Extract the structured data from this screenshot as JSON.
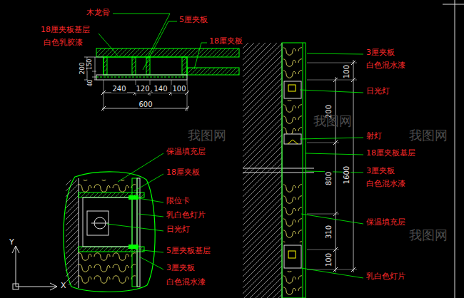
{
  "diagram": {
    "labels": [
      "木龙骨",
      "18厘夹板基层",
      "白色乳胶漆",
      "5厘夹板",
      "18厘夹板",
      "200",
      "150",
      "40",
      "240",
      "120",
      "140",
      "100",
      "600",
      "3厘夹板",
      "白色混水漆",
      "日光灯",
      "射灯",
      "18厘夹板基层",
      "3厘夹板",
      "白色混水漆",
      "保温填充层",
      "乳白色灯片",
      "100",
      "200",
      "800",
      "1600",
      "310",
      "100",
      "保温填充层",
      "18厘夹板",
      "限位卡",
      "乳白色灯片",
      "日光灯",
      "5厘夹板基层",
      "3厘夹板",
      "白色混水漆",
      "Y",
      "X",
      "我图网",
      "我图网",
      "我图网",
      "我图网"
    ]
  }
}
